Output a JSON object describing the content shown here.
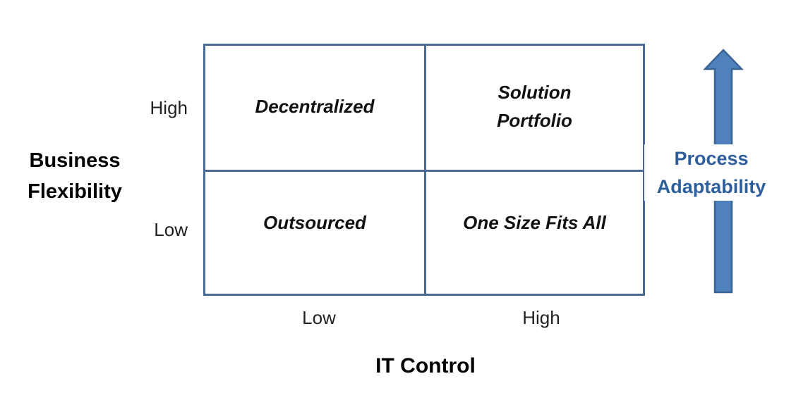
{
  "matrix": {
    "top_left": "Decentralized",
    "top_right": "Solution\nPortfolio",
    "bottom_left": "Outsourced",
    "bottom_right": "One Size Fits All"
  },
  "y_axis": {
    "title": "Business\nFlexibility",
    "high_label": "High",
    "low_label": "Low"
  },
  "x_axis": {
    "title": "IT Control",
    "low_label": "Low",
    "high_label": "High"
  },
  "arrow": {
    "label": "Process\nAdaptability",
    "fill_color": "#4f81bd",
    "stroke_color": "#3a6494",
    "label_color": "#2f5f9a"
  },
  "colors": {
    "grid_line": "#4a6a96"
  }
}
